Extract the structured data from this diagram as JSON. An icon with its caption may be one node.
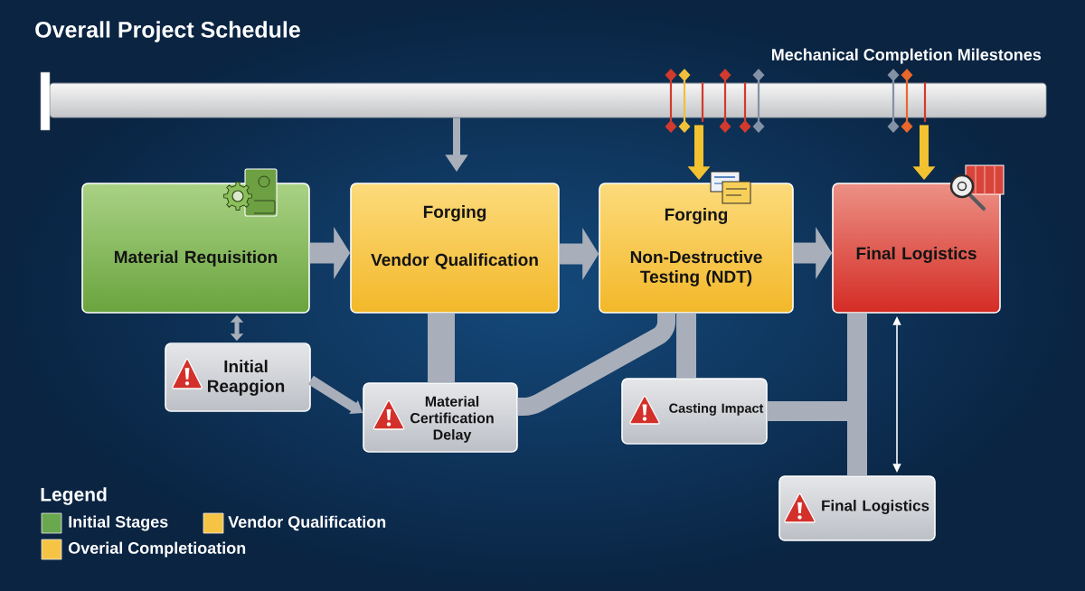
{
  "diagram": {
    "title": "Overall Project Schedule",
    "nodes": [
      {
        "text": [],
        "shape": "bar"
      },
      {
        "text": [
          "Material Requisition"
        ]
      },
      {
        "text": [
          "Forging",
          "Vendor Qualification"
        ]
      },
      {
        "text": [
          "Forging",
          "Non-Destructive Testing (NDT)"
        ]
      },
      {
        "text": [
          "Final Logistics"
        ]
      },
      {
        "text": [
          "Initial Reapgion"
        ]
      },
      {
        "text": [
          "Material Certification Delay"
        ]
      },
      {
        "text": [
          "Casting Impact"
        ]
      },
      {
        "text": [
          "Final Logistics"
        ]
      }
    ],
    "edges": [
      {
        "from": 0,
        "to": 2,
        "arrow": "to"
      },
      {
        "from": 0,
        "to": 3,
        "arrow": "to",
        "color": "#f2c230"
      },
      {
        "from": 0,
        "to": 4,
        "arrow": "to",
        "color": "#f2c230"
      },
      {
        "from": 1,
        "to": 2,
        "arrow": "to"
      },
      {
        "from": 2,
        "to": 3,
        "arrow": "to"
      },
      {
        "from": 3,
        "to": 4,
        "arrow": "to"
      },
      {
        "from": 1,
        "to": 5,
        "arrow": "both"
      },
      {
        "from": 5,
        "to": 6,
        "arrow": "to"
      },
      {
        "from": 2,
        "to": 6,
        "arrow": "none"
      },
      {
        "from": 6,
        "to": 3,
        "arrow": "none"
      },
      {
        "from": 3,
        "to": 7,
        "arrow": "none"
      },
      {
        "from": 7,
        "to": 4,
        "arrow": "none"
      },
      {
        "from": 7,
        "to": 8,
        "arrow": "none"
      },
      {
        "from": 4,
        "to": 8,
        "arrow": "both",
        "color": "#ffffff"
      }
    ],
    "labels": [
      "Mechanical Completion Milestones",
      "Legend"
    ],
    "legend": [
      {
        "text": "Initial Stages",
        "color": "#6aa84f"
      },
      {
        "text": "Vendor Qualification",
        "color": "#f6c445"
      },
      {
        "text": "Overial Completioation",
        "color": "#f6c445"
      }
    ]
  }
}
